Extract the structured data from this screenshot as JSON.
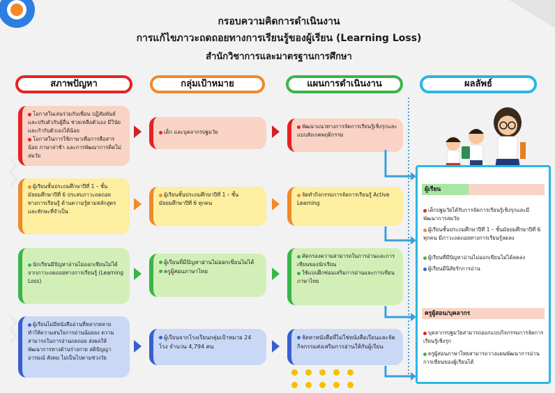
{
  "title": {
    "line1": "กรอบความคิดการดำเนินงาน",
    "line2": "การแก้ไขภาวะถดถอยทางการเรียนรู้ของผู้เรียน (Learning Loss)",
    "line3": "สำนักวิชาการและมาตรฐานการศึกษา"
  },
  "headers": [
    "สภาพปัญหา",
    "กลุ่มเป้าหมาย",
    "แผนการดำเนินงาน",
    "ผลลัพธ์"
  ],
  "rows": [
    {
      "problem": [
        "โอกาสในเล่นร่วมกับเพื่อน ปฏิสัมพันธ์และปรับตัวกับผู้อื่น ช่วยเหลือตัวเอง มีวินัยและกำกับตัวเองได้น้อย",
        "โอกาสในการใช้ภาษาเพื่อการสื่อสารน้อย ภาษาล่าช้า และการพัฒนาการคิดไม่สมวัย"
      ],
      "target": [
        "เด็ก และบุคลากรปฐมวัย"
      ],
      "plan": [
        "พัฒนาแนวทางการจัดการเรียนรู้เชิงรุกและแบบสังเกตพฤติกรรม"
      ]
    },
    {
      "problem": [
        "ผู้เรียนชั้นประถมศึกษาปีที่ 1 – ชั้นมัธยมศึกษาปีที่ 6 ประสบภาวะถดถอยทางการเรียนรู้ ด้านความรู้ตามหลักสูตรและทักษะที่จำเป็น"
      ],
      "target": [
        "ผู้เรียนชั้นประถมศึกษาปีที่ 1 – ชั้นมัธยมศึกษาปีที่ 6 ทุกคน"
      ],
      "plan": [
        "จัดทำกิจกรรมการจัดการเรียนรู้ Active Learning"
      ]
    },
    {
      "problem": [
        "นักเรียนมีปัญหาอ่านไม่ออกเขียนไม่ได้ จากภาวะถดถอยทางการเรียนรู้ (Learning Loss)"
      ],
      "target": [
        "ผู้เรียนที่มีปัญหาอ่านไม่ออกเขียนไม่ได้",
        "ครูผู้สอนภาษาไทย"
      ],
      "plan": [
        "คัดกรองความสามารถในการอ่านและการเขียนของนักเรียน",
        "ใช้แบบฝึกซ่อมเสริมการอ่านและการเขียนภาษาไทย"
      ]
    },
    {
      "problem": [
        "ผู้เรียนไม่มีหนังสืออ่านที่หลากหลาย ทำให้ความสนใจการอ่านน้อยลง ความสามารถในการอ่านถดถอย ส่งผลให้พัฒนาการทางด้านร่างกาย สติปัญญา อารมณ์ สังคม ไม่เป็นไปตามช่วงวัย"
      ],
      "target": [
        "ผู้เรียนจากโรงเรียนกลุ่มเป้าหมาย 24 โรง จำนวน 4,794 คน"
      ],
      "plan": [
        "จัดหาหนังสือที่ไม่ใช่หนังสือเรียนและจัดกิจกรรมส่งเสริมการอ่านให้กับผู้เรียน"
      ]
    }
  ],
  "result": {
    "students_heading": "ผู้เรียน",
    "students": [
      "เด็กปฐมวัยได้รับการจัดการเรียนรู้เชิงรุกและมีพัฒนาการสมวัย",
      "ผู้เรียนชั้นประถมศึกษาปีที่ 1 – ชั้นมัธยมศึกษาปีที่ 6 ทุกคน มีภาวะถดถอยทางการเรียนรู้ลดลง",
      "ผู้เรียนที่มีปัญหาอ่านไม่ออกเขียนไม่ได้ลดลง",
      "ผู้เรียนมีนิสัยรักการอ่าน"
    ],
    "teachers_heading": "ครูผู้สอน/บุคลากร",
    "teachers": [
      "บุคลากรปฐมวัยสามารถออกแบบกิจกรรมการจัดการเรียนรู้เชิงรุก",
      "ครูผู้สอนภาษาไทยสามารถวางแผนพัฒนาการอ่านการเขียนของผู้เรียนได้"
    ]
  },
  "colors": {
    "problem_borders": [
      "#e62222",
      "#f08a28",
      "#39b54a",
      "#3a5fcd"
    ]
  }
}
